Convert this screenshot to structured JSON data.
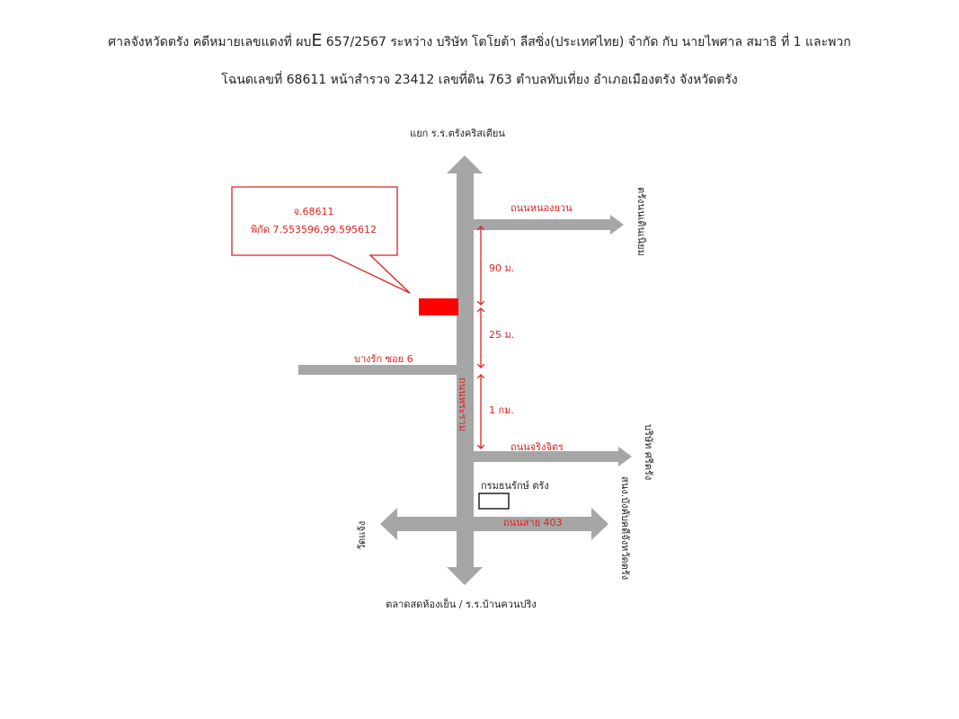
{
  "header": {
    "line1_pre": "ศาลจังหวัดตรัง คดีหมายเลขแดงที่ ผบ",
    "line1_e": "E",
    "line1_post": " 657/2567 ระหว่าง บริษัท โตโยต้า ลีสซิ่ง(ประเทศไทย) จำกัด กับ นายไพศาล สมาธิ ที่ 1 และพวก",
    "line2": "โฉนดเลขที่ 68611 หน้าสำรวจ 23412 เลขที่ดิน 763 ตำบลทับเที่ยง อำเภอเมืองตรัง จังหวัดตรัง"
  },
  "map": {
    "north_label": "แยก ร.ร.ตรังคริสเตียน",
    "south_label": "ตลาดสดห้องเย็น / ร.ร.บ้านควนปริง",
    "west_label": "วัดแจ้ง",
    "main_road_label": "ถนนพระราม",
    "road_top_label": "ถนนหนองยวน",
    "road_top_dest": "ตรังนนเดินเนิยม",
    "road_left_label": "บางรัก ซอย 6",
    "road_mid_label": "ถนนจริงจิตร",
    "road_mid_dest": "บริษัท ศรีตรัง",
    "road_bottom_label": "ถนนสาย 403",
    "road_bottom_dest": "สนง.บังคับคดีจังหวัดตรัง",
    "landmark_label": "กรมธนรักษ์ ตรัง",
    "callout_line1": "จ.68611",
    "callout_line2": "พิกัด 7.553596,99.595612",
    "dist_1": "90 ม.",
    "dist_2": "25 ม.",
    "dist_3": "1 กม."
  },
  "colors": {
    "road": "#a6a6a6",
    "accent": "#e02020",
    "parcel": "#ff0000"
  }
}
